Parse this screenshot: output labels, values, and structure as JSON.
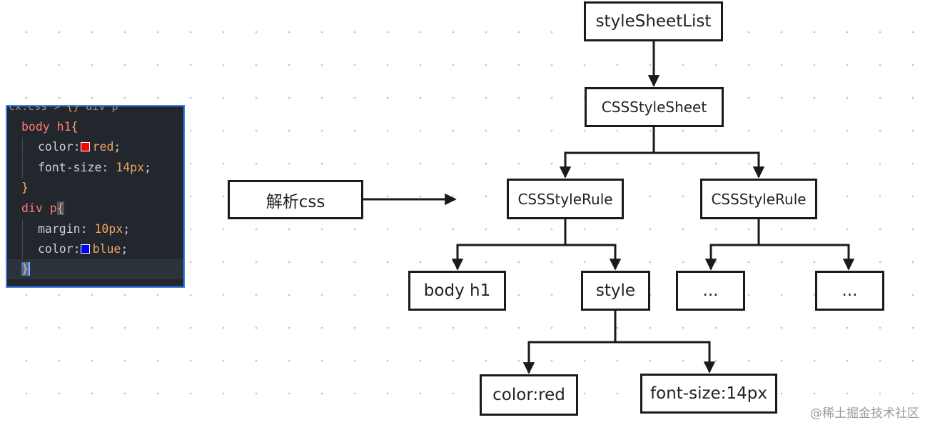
{
  "code": {
    "breadcrumb_file": "cx.css",
    "breadcrumb_sep": ">",
    "breadcrumb_rule": "div p",
    "rule1_selector": "body h1",
    "rule1_prop1": "color:",
    "rule1_val1": "red",
    "rule1_color1": "#ff0000",
    "rule1_prop2": "font-size: ",
    "rule1_val2": "14px",
    "rule2_selector": "div p",
    "rule2_prop1": "margin: ",
    "rule2_val1": "10px",
    "rule2_prop2": "color:",
    "rule2_val2": "blue",
    "rule2_color2": "#0000ff",
    "open_brace": "{",
    "close_brace": "}",
    "semicolon": ";"
  },
  "diagram": {
    "parse_label": "解析css",
    "nodes": {
      "root": "styleSheetList",
      "sheet": "CSSStyleSheet",
      "rule_left": "CSSStyleRule",
      "rule_right": "CSSStyleRule",
      "selector": "body h1",
      "style": "style",
      "ellipsis_left": "...",
      "ellipsis_right": "...",
      "decl_color": "color:red",
      "decl_font": "font-size:14px"
    }
  },
  "watermark": "@稀土掘金技术社区"
}
